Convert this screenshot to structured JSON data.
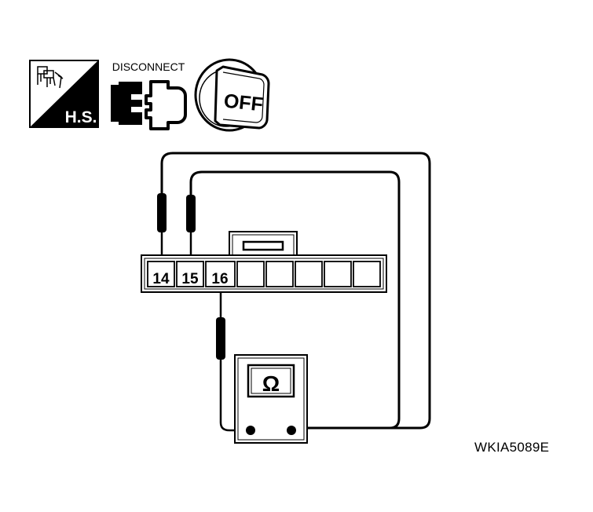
{
  "icons": {
    "harness_sign": {
      "icon": "harness-connector-sign-icon",
      "label": "H.S."
    },
    "disconnect": {
      "icon": "disconnect-connector-icon",
      "label": "DISCONNECT"
    },
    "ignition": {
      "icon": "ignition-key-icon",
      "label": "OFF"
    }
  },
  "connector": {
    "terminals": [
      "14",
      "15",
      "16"
    ]
  },
  "meter": {
    "symbol": "Ω"
  },
  "figure_code": "WKIA5089E",
  "colors": {
    "line": "#000000",
    "background": "#ffffff"
  }
}
